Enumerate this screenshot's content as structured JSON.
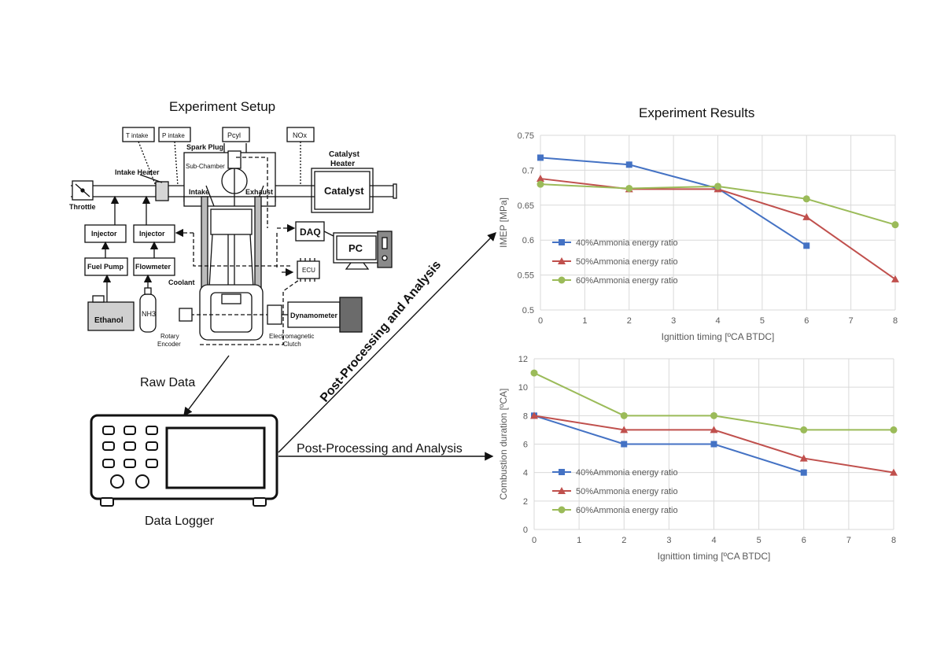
{
  "setup": {
    "title": "Experiment Setup",
    "t_intake": "T intake",
    "p_intake": "P intake",
    "p_cyl": "Pcyl",
    "nox": "NOx",
    "spark_plug": "Spark Plug",
    "sub_chamber": "Sub-Chamber",
    "catalyst_heater_1": "Catalyst",
    "catalyst_heater_2": "Heater",
    "intake_heater": "Intake Heater",
    "throttle": "Throttle",
    "intake": "Intake",
    "exhaust": "Exhaust",
    "catalyst": "Catalyst",
    "injector": "Injector",
    "fuel_pump": "Fuel Pump",
    "flowmeter": "Flowmeter",
    "coolant": "Coolant",
    "ethanol": "Ethanol",
    "nh3": "NH3",
    "daq": "DAQ",
    "pc": "PC",
    "ecu": "ECU",
    "dynamometer": "Dynamometer",
    "rotary_encoder_1": "Rotary",
    "rotary_encoder_2": "Encoder",
    "clutch_1": "Electromagnetic",
    "clutch_2": "Clutch"
  },
  "flow": {
    "raw_data": "Raw Data",
    "data_logger": "Data Logger",
    "post_processing_diagonal": "Post-Processing and Analysis",
    "post_processing_horizontal": "Post-Processing and Analysis"
  },
  "results": {
    "title": "Experiment Results"
  },
  "colors": {
    "series_40": "#4472c4",
    "series_50": "#c0504d",
    "series_60": "#9bbb59",
    "grid": "#d9d9d9",
    "axis_text": "#595959"
  },
  "chart_data": [
    {
      "type": "line",
      "xlabel": "Ignittion timing [ºCA BTDC]",
      "ylabel": "IMEP [MPa]",
      "xlim": [
        0,
        8
      ],
      "ylim": [
        0.5,
        0.75
      ],
      "xticks": [
        "0",
        "1",
        "2",
        "3",
        "4",
        "5",
        "6",
        "7",
        "8"
      ],
      "yticks": [
        "0.5",
        "0.55",
        "0.6",
        "0.65",
        "0.7",
        "0.75"
      ],
      "grid": true,
      "legend_position": "left",
      "series": [
        {
          "name": "40%Ammonia energy ratio",
          "marker": "square",
          "x": [
            0,
            2,
            4,
            6
          ],
          "y": [
            0.718,
            0.708,
            0.674,
            0.592
          ]
        },
        {
          "name": "50%Ammonia energy ratio",
          "marker": "triangle",
          "x": [
            0,
            2,
            4,
            6,
            8
          ],
          "y": [
            0.688,
            0.673,
            0.673,
            0.633,
            0.544
          ]
        },
        {
          "name": "60%Ammonia energy ratio",
          "marker": "circle",
          "x": [
            0,
            2,
            4,
            6,
            8
          ],
          "y": [
            0.68,
            0.674,
            0.677,
            0.659,
            0.622
          ]
        }
      ]
    },
    {
      "type": "line",
      "xlabel": "Ignittion timing [ºCA BTDC]",
      "ylabel": "Combustion duration [ºCA]",
      "xlim": [
        0,
        8
      ],
      "ylim": [
        0,
        12
      ],
      "xticks": [
        "0",
        "1",
        "2",
        "3",
        "4",
        "5",
        "6",
        "7",
        "8"
      ],
      "yticks": [
        "0",
        "2",
        "4",
        "6",
        "8",
        "10",
        "12"
      ],
      "grid": true,
      "legend_position": "bottom-left",
      "series": [
        {
          "name": "40%Ammonia energy ratio",
          "marker": "square",
          "x": [
            0,
            2,
            4,
            6
          ],
          "y": [
            8,
            6,
            6,
            4
          ]
        },
        {
          "name": "50%Ammonia energy ratio",
          "marker": "triangle",
          "x": [
            0,
            2,
            4,
            6,
            8
          ],
          "y": [
            8,
            7,
            7,
            5,
            4
          ]
        },
        {
          "name": "60%Ammonia energy ratio",
          "marker": "circle",
          "x": [
            0,
            2,
            4,
            6,
            8
          ],
          "y": [
            11,
            8,
            8,
            7,
            7
          ]
        }
      ]
    }
  ]
}
